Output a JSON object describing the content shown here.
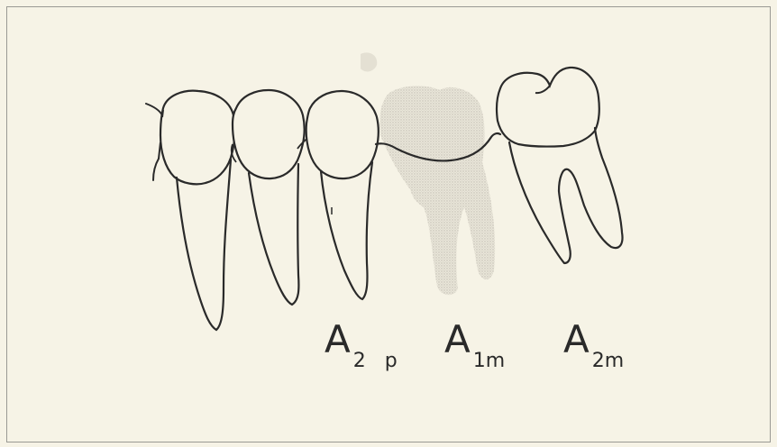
{
  "figure": {
    "labels": [
      {
        "id": "premolar",
        "main": "A",
        "sub": "2 p"
      },
      {
        "id": "first-molar",
        "main": "A",
        "sub": "1m"
      },
      {
        "id": "second-molar",
        "main": "A",
        "sub": "2m"
      }
    ],
    "colors": {
      "background": "#f6f3e6",
      "line": "#2a2a2a",
      "ghost_tooth": "#c9c6bd",
      "frame": "#9a9a94"
    }
  }
}
